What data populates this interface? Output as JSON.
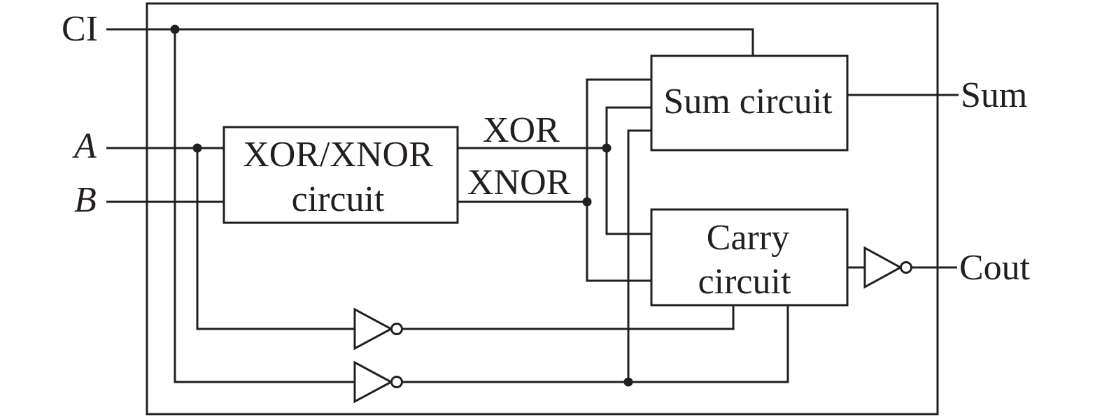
{
  "diagram": {
    "inputs": {
      "ci": "CI",
      "a": "A",
      "b": "B"
    },
    "outputs": {
      "sum": "Sum",
      "cout": "Cout"
    },
    "blocks": {
      "xor_xnor": {
        "line1": "XOR/XNOR",
        "line2": "circuit"
      },
      "sum": {
        "line1": "Sum circuit"
      },
      "carry": {
        "line1": "Carry",
        "line2": "circuit"
      }
    },
    "signals": {
      "xor": "XOR",
      "xnor": "XNOR"
    }
  }
}
